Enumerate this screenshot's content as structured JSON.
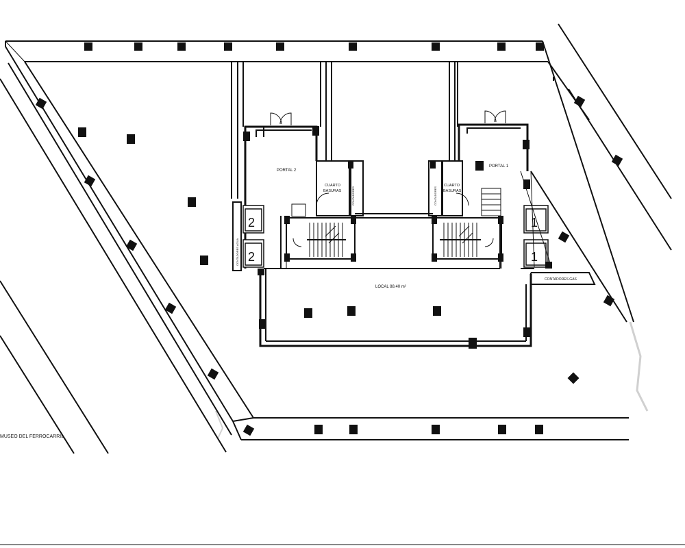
{
  "plan": {
    "labels": {
      "portal_2": "PORTAL 2",
      "portal_1": "PORTAL 1",
      "cuarto_basuras_left_l1": "CUARTO",
      "cuarto_basuras_left_l2": "BASURAS",
      "cuarto_basuras_right_l1": "CUARTO",
      "cuarto_basuras_right_l2": "BASURAS",
      "contadores_left": "CONTADORES",
      "contadores_right": "CONTADORES",
      "contadores_vert_left": "CONTADORES AGUA",
      "contadores_strip_right": "CONTADORES GAS",
      "local": "LOCAL 88.40 m²",
      "museo": "MUSEO DEL FERROCARRIL"
    },
    "elevator_numbers": {
      "left_top": "2",
      "left_bottom": "2",
      "right_top": "1",
      "right_bottom": "1"
    }
  }
}
